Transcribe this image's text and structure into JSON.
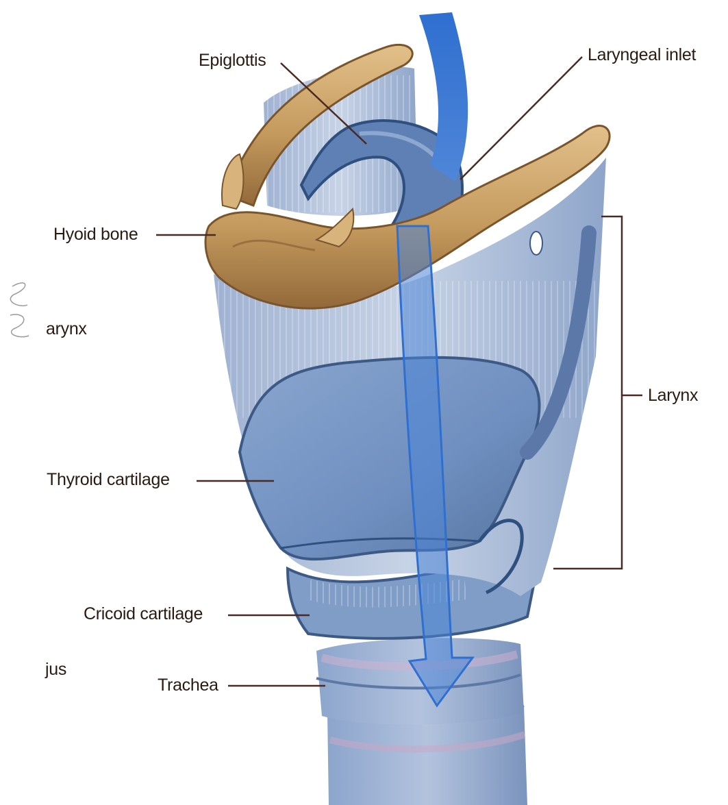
{
  "labels": {
    "epiglottis": "Epiglottis",
    "laryngeal_inlet": "Laryngeal inlet",
    "hyoid_bone": "Hyoid bone",
    "larynx_left_fragment": "arynx",
    "larynx": "Larynx",
    "thyroid_cartilage": "Thyroid cartilage",
    "cricoid_cartilage": "Cricoid cartilage",
    "esophagus_fragment": "jus",
    "trachea": "Trachea"
  },
  "colors": {
    "bone": "#c49a5e",
    "cartilage": "#7f9dc6",
    "membrane": "#aebdd6",
    "airflow_arrow": "#2f6fd0",
    "leader_line": "#4a2a22",
    "label_text": "#2a1a10"
  }
}
